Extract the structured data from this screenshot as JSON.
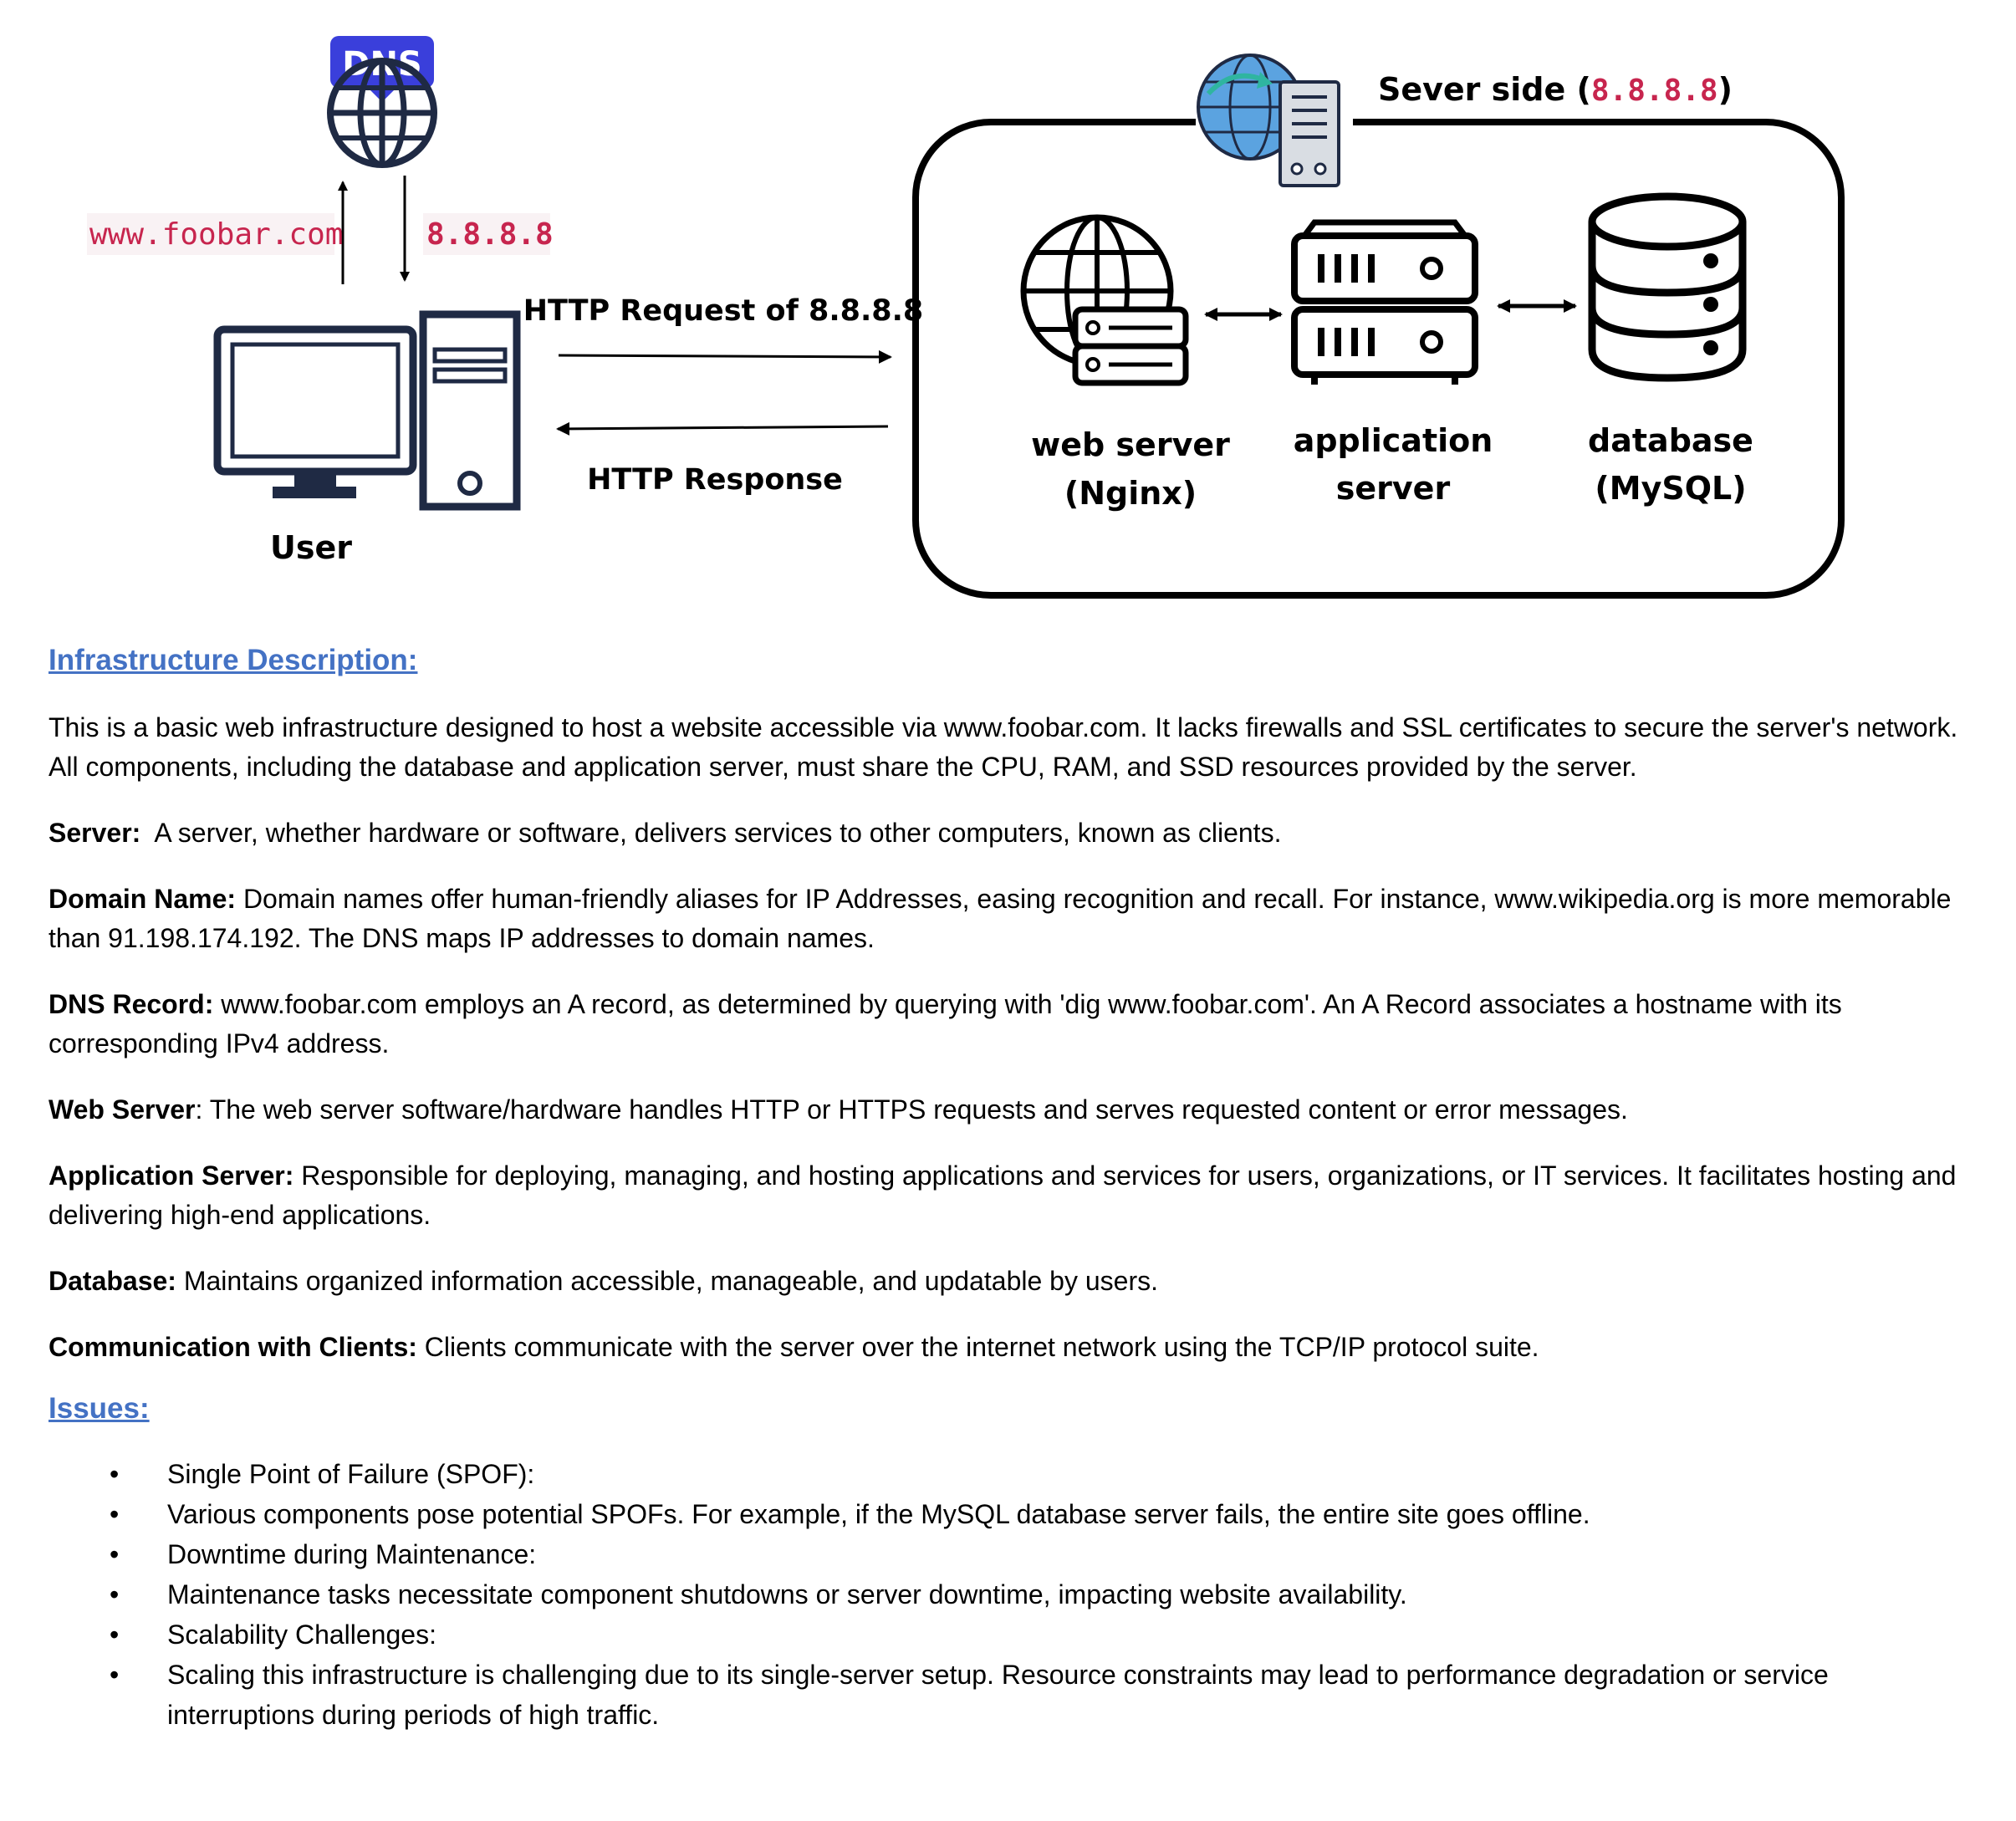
{
  "diagram": {
    "dns_badge": "DNS",
    "query_domain": "www.foobar.com",
    "query_ip": "8.8.8.8",
    "request_label": "HTTP Request of 8.8.8.8",
    "response_label": "HTTP Response",
    "user_label": "User",
    "server_side_prefix": "Sever side (",
    "server_side_ip": "8.8.8.8",
    "server_side_suffix": ")",
    "web_server": [
      "web server",
      "(Nginx)"
    ],
    "app_server": [
      "application",
      "server"
    ],
    "database": [
      "database",
      "(MySQL)"
    ]
  },
  "infrastructure": {
    "heading": "Infrastructure Description:",
    "intro": "This is a basic web infrastructure designed to host a website accessible via www.foobar.com. It lacks firewalls and SSL certificates to secure the server's network. All components, including the database and application server, must share the CPU, RAM, and SSD resources provided by the server.",
    "items": [
      {
        "term": "Server:",
        "text": "  A server, whether hardware or software, delivers services to other computers, known as clients."
      },
      {
        "term": "Domain Name:",
        "text": " Domain names offer human-friendly aliases for IP Addresses, easing recognition and recall. For instance, www.wikipedia.org is more memorable than 91.198.174.192. The DNS maps IP addresses to domain names."
      },
      {
        "term": "DNS Record:",
        "text": " www.foobar.com employs an A record, as determined by querying with 'dig www.foobar.com'. An A Record associates a hostname with its corresponding IPv4 address."
      },
      {
        "term": "Web Server",
        "text": ": The web server software/hardware handles HTTP or HTTPS requests and serves requested content or error messages."
      },
      {
        "term": "Application Server:",
        "text": " Responsible for deploying, managing, and hosting applications and services for users, organizations, or IT services. It facilitates hosting and delivering high-end applications."
      },
      {
        "term": "Database:",
        "text": " Maintains organized information accessible, manageable, and updatable by users."
      },
      {
        "term": "Communication with Clients:",
        "text": " Clients communicate with the server over the internet network using the TCP/IP protocol suite."
      }
    ]
  },
  "issues": {
    "heading": "Issues:",
    "bullet": "•",
    "items": [
      "Single Point of Failure (SPOF):",
      "Various components pose potential SPOFs. For example, if the MySQL database server fails, the entire site goes offline.",
      "Downtime during Maintenance:",
      "Maintenance tasks necessitate component shutdowns or server downtime, impacting website availability.",
      "Scalability Challenges:",
      "Scaling this infrastructure is challenging due to its single-server setup. Resource constraints may lead to performance degradation or service interruptions during periods of high traffic."
    ]
  },
  "colors": {
    "accent": "#4472c4",
    "code_text": "#c7254e",
    "code_bg": "#f9f2f4",
    "icon_navy": "#1f2a44",
    "dns_badge": "#3a3fdb",
    "globe_blue": "#5ba3e0",
    "cloud_arrow": "#2fb5a0"
  }
}
